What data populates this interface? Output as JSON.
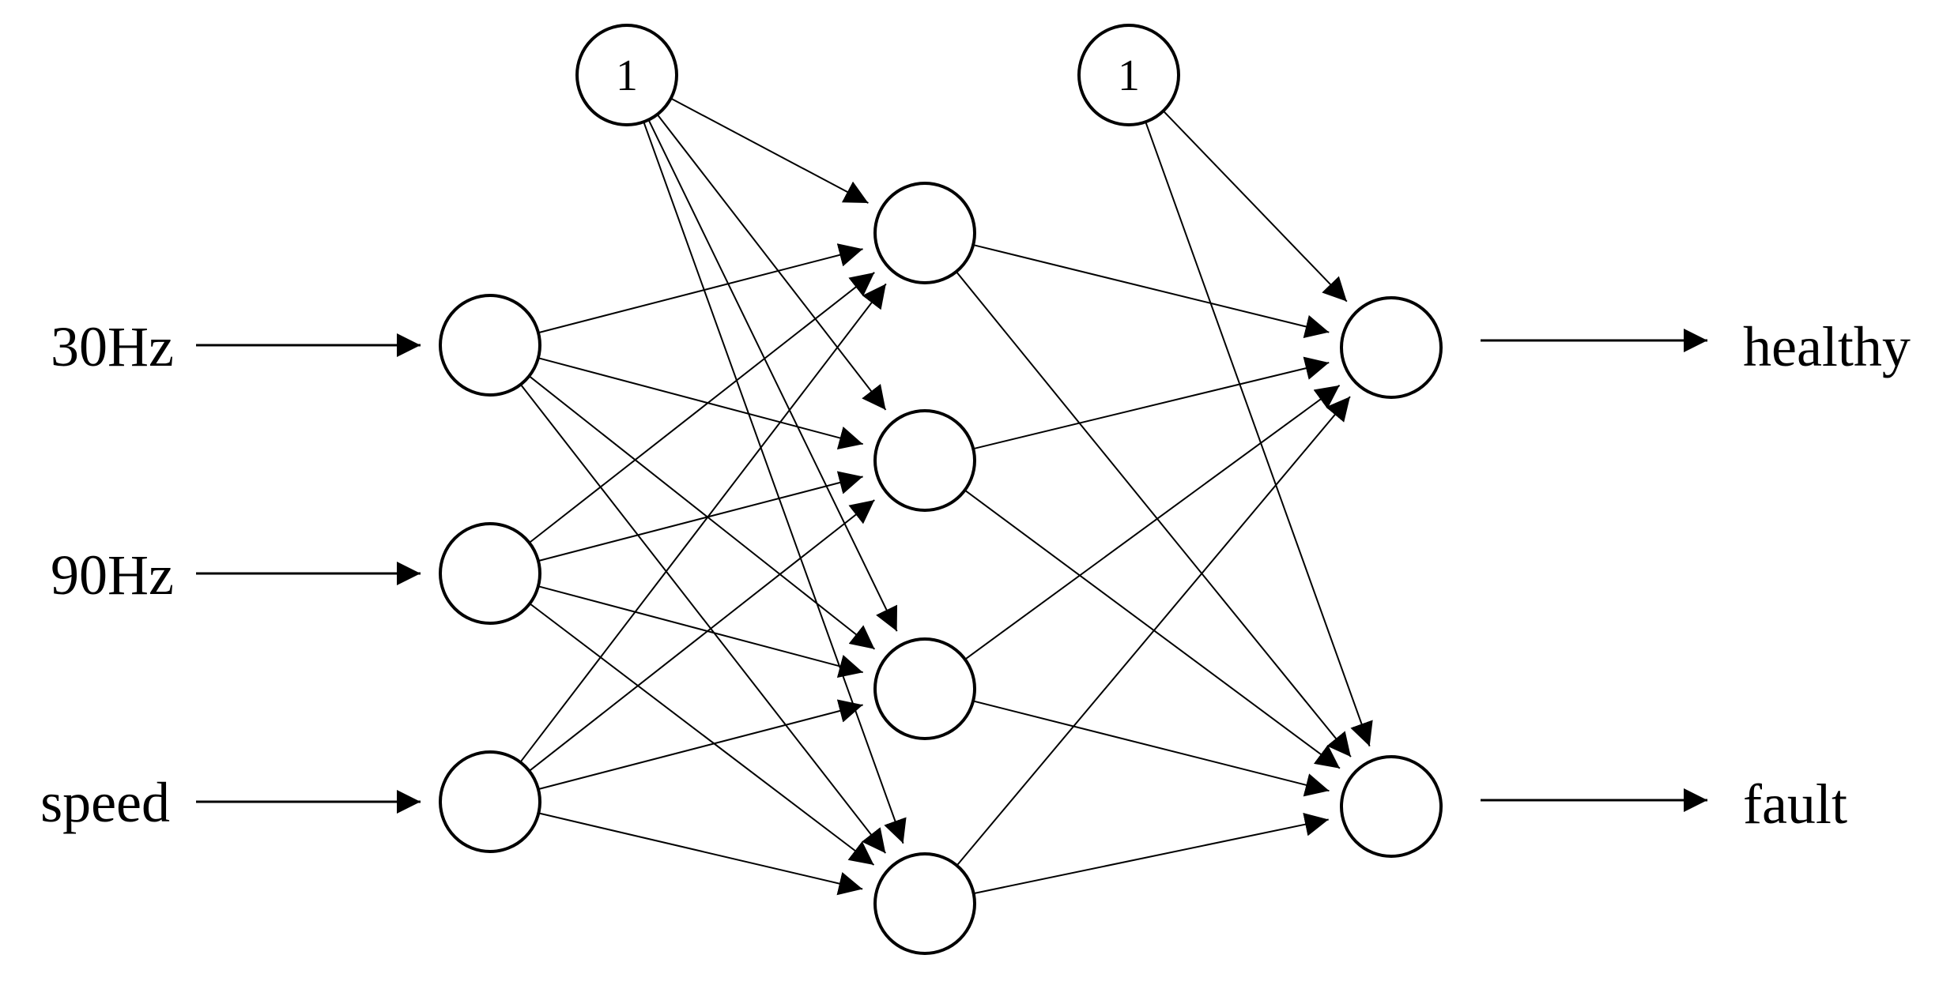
{
  "inputs": [
    "30Hz",
    "90Hz",
    "speed"
  ],
  "outputs": [
    "healthy",
    "fault"
  ],
  "bias_label": "1",
  "hidden_count": 4,
  "colors": {
    "line": "#000000",
    "background": "#ffffff"
  }
}
